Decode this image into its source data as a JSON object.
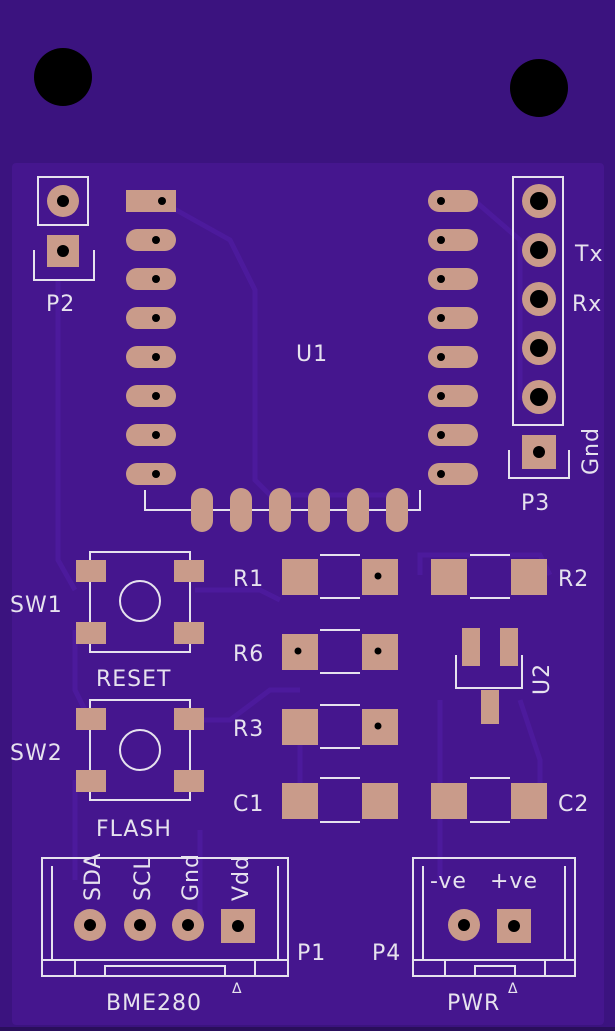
{
  "colors": {
    "board": "#3b137f",
    "copper_fill": "#45168e",
    "trace": "#4c1a9c",
    "silkscreen": "#e6e2ee",
    "pad": "#c99b8a",
    "pad_dark": "#8a5e52",
    "hole": "#000000"
  },
  "labels": {
    "p2": "P2",
    "u1": "U1",
    "tx": "Tx",
    "rx": "Rx",
    "gnd": "Gnd",
    "p3": "P3",
    "r1": "R1",
    "r2": "R2",
    "sw1": "SW1",
    "reset": "RESET",
    "r6": "R6",
    "u2": "U2",
    "r3": "R3",
    "sw2": "SW2",
    "c1": "C1",
    "c2": "C2",
    "flash": "FLASH",
    "sda": "SDA",
    "scl": "SCL",
    "gnd2": "Gnd",
    "vdd": "Vdd",
    "neg_ve": "-ve",
    "pos_ve": "+ve",
    "p1": "P1",
    "p4": "P4",
    "bme280": "BME280",
    "pwr": "PWR",
    "pin1_marker": "Δ"
  }
}
